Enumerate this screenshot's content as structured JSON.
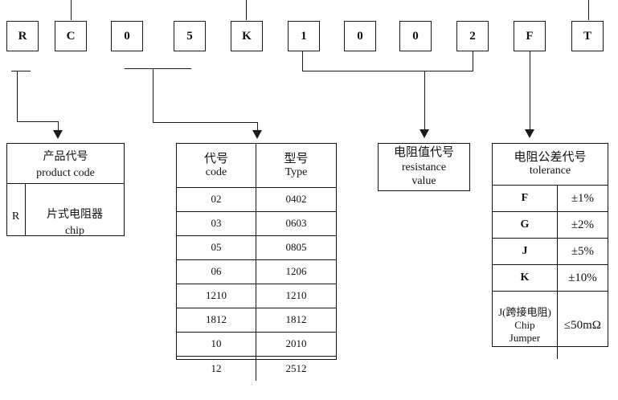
{
  "diagram": {
    "title_code": "RC05K1002FT",
    "part_code_boxes": [
      {
        "char": "R"
      },
      {
        "char": "C"
      },
      {
        "char": "0"
      },
      {
        "char": "5"
      },
      {
        "char": "K"
      },
      {
        "char": "1"
      },
      {
        "char": "0"
      },
      {
        "char": "0"
      },
      {
        "char": "2"
      },
      {
        "char": "F"
      },
      {
        "char": "T"
      }
    ]
  },
  "product_code_table": {
    "header_cn": "产品代号",
    "header_en": "product code",
    "rows": [
      {
        "code": "R",
        "desc_cn": "片式电阻器",
        "desc_en": "chip"
      }
    ]
  },
  "size_code_table": {
    "headers": [
      {
        "cn": "代号",
        "en": "code"
      },
      {
        "cn": "型号",
        "en": "Type"
      }
    ],
    "rows": [
      {
        "code": "02",
        "type": "0402"
      },
      {
        "code": "03",
        "type": "0603"
      },
      {
        "code": "05",
        "type": "0805"
      },
      {
        "code": "06",
        "type": "1206"
      },
      {
        "code": "1210",
        "type": "1210"
      },
      {
        "code": "1812",
        "type": "1812"
      },
      {
        "code": "10",
        "type": "2010"
      },
      {
        "code": "12",
        "type": "2512"
      }
    ]
  },
  "resistance_box": {
    "cn": "电阻值代号",
    "en_line1": "resistance",
    "en_line2": "value"
  },
  "tolerance_table": {
    "header_cn": "电阻公差代号",
    "header_en": "tolerance",
    "rows": [
      {
        "code": "F",
        "value": "±1%"
      },
      {
        "code": "G",
        "value": "±2%"
      },
      {
        "code": "J",
        "value": "±5%"
      },
      {
        "code": "K",
        "value": "±10%"
      },
      {
        "code": "J(跨接电阻)\nChip\nJumper",
        "value": "≤50mΩ"
      }
    ]
  },
  "colors": {
    "line": "#1a1a1a",
    "text": "#111111",
    "background": "#ffffff"
  }
}
